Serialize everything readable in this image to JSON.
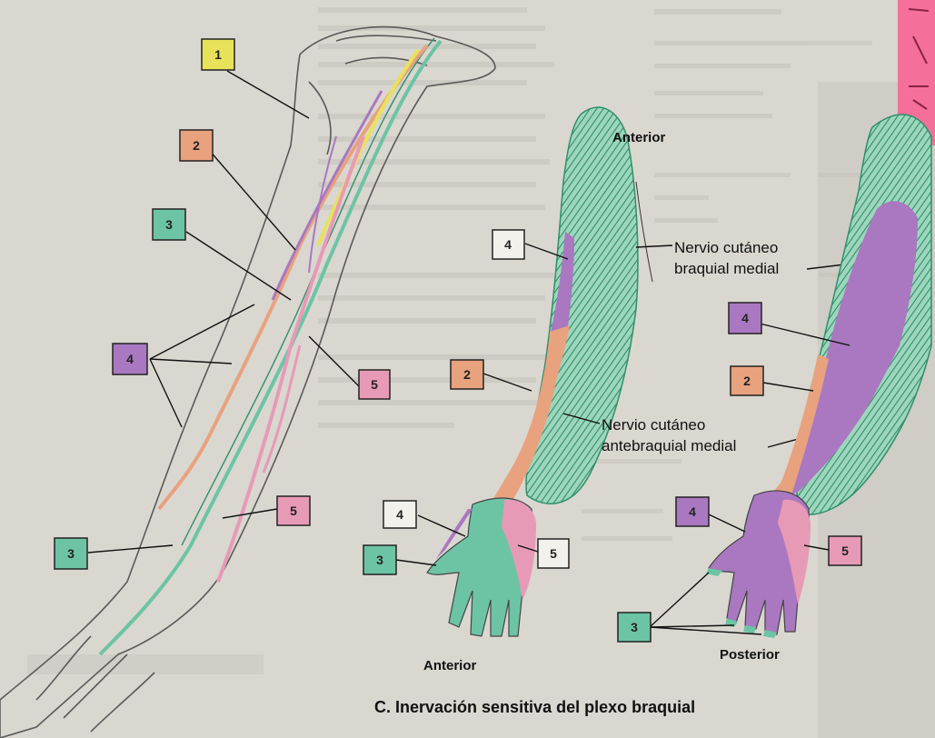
{
  "caption": "C. Inervación sensitiva del plexo braquial",
  "views": {
    "anterior_top": "Anterior",
    "anterior_bottom": "Anterior",
    "posterior_bottom": "Posterior"
  },
  "nerve_labels": {
    "medial_brachial": [
      "Nervio cutáneo",
      "braquial medial"
    ],
    "medial_antebrachial": [
      "Nervio cutáneo",
      "antebraquial medial"
    ]
  },
  "callouts": {
    "c1": "1",
    "c2": "2",
    "c3": "3",
    "c4": "4",
    "c5": "5",
    "c6": "5",
    "c7": "3",
    "c8": "4",
    "c9": "2",
    "c10": "4",
    "c11": "3",
    "c12": "5",
    "c13": "4",
    "c14": "2",
    "c15": "4",
    "c16": "5",
    "c17": "3"
  },
  "colors": {
    "paper": "#d8d6cf",
    "yellow": "#e8e25a",
    "orange": "#e8a27e",
    "green": "#6cc4a4",
    "purple": "#a978c0",
    "pink": "#e79ab6",
    "white": "#f2f1ec",
    "hatch": "#2f8f6a",
    "sticky_note": "#f4709a"
  }
}
